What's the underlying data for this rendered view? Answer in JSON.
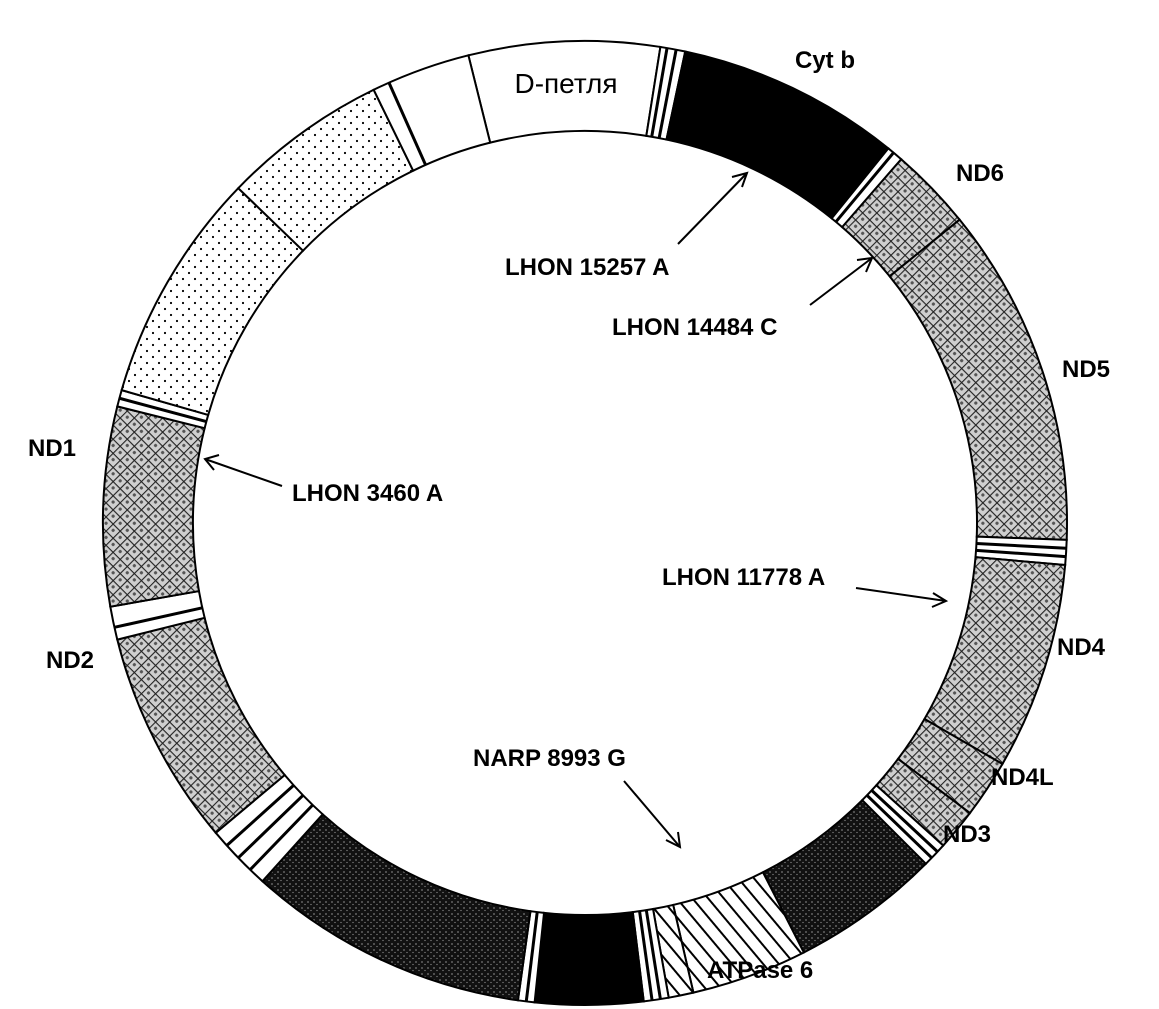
{
  "genes": {
    "dloop": "D-петля",
    "cytb": "Cyt b",
    "nd6": "ND6",
    "nd5": "ND5",
    "nd4": "ND4",
    "nd4l": "ND4L",
    "nd3": "ND3",
    "atpase6": "ATPase 6",
    "nd2": "ND2",
    "nd1": "ND1"
  },
  "mutations": {
    "lhon_15257": "LHON 15257 A",
    "lhon_14484": "LHON 14484 C",
    "lhon_11778": "LHON 11778 A",
    "lhon_3460": "LHON 3460 A",
    "narp_8993": "NARP 8993 G"
  }
}
